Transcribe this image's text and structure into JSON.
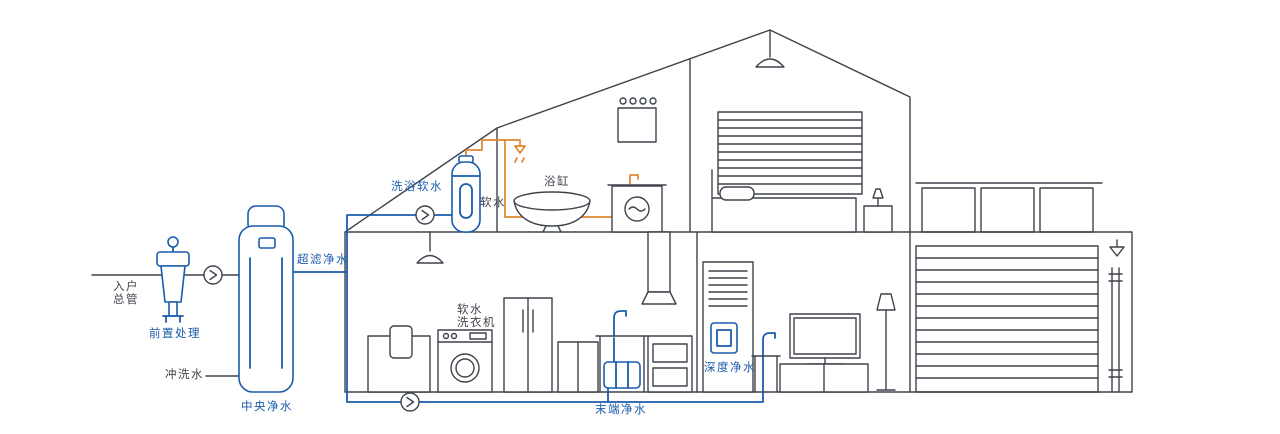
{
  "colors": {
    "line": "#3e444c",
    "blue": "#1c5cad",
    "orange": "#e0862f",
    "bg": "#ffffff"
  },
  "labels": {
    "inlet_line1": "入户",
    "inlet_line2": "总管",
    "pre_treatment": "前置处理",
    "flush_water": "冲洗水",
    "central_purifier": "中央净水",
    "uf_water": "超滤净水",
    "bath_soft_water": "洗浴软水",
    "soft_water": "软水",
    "bathtub": "浴缸",
    "soft_washer_line1": "软水",
    "soft_washer_line2": "洗衣机",
    "terminal_purifier": "末端净水",
    "deep_purifier": "深度净水"
  },
  "icons": {
    "flow_arrow": "chevron-right in circle"
  }
}
